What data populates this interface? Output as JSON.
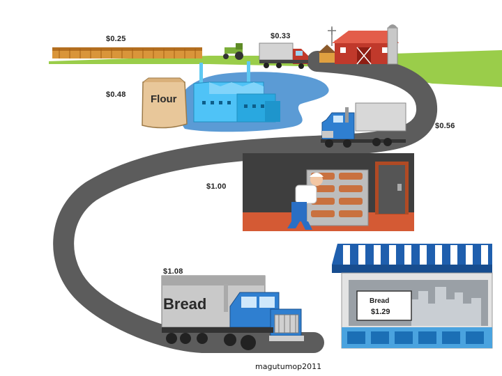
{
  "prices": {
    "farm_wheat": "$0.25",
    "farm_truck": "$0.33",
    "flour_mill": "$0.48",
    "mill_truck": "$0.56",
    "bakery": "$1.00",
    "bread_truck": "$1.08",
    "retail": "$1.29"
  },
  "labels": {
    "flour_bag": "Flour",
    "truck_side": "Bread",
    "store_sign_item": "Bread"
  },
  "credit": "magutumop2011",
  "colors": {
    "road": "#5c5c5c",
    "grass": "#9acd4a",
    "water": "#5b9bd5",
    "barn": "#c0392b",
    "truck_cab": "#2f7fd0"
  }
}
